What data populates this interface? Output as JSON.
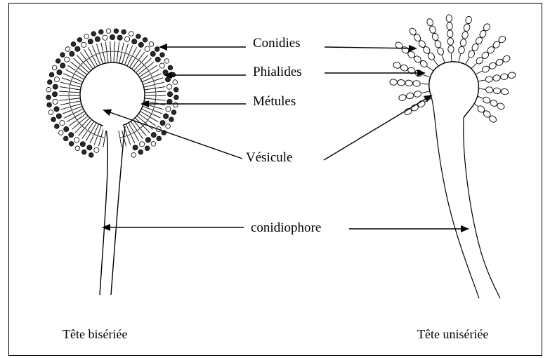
{
  "labels": {
    "conidies": "Conidies",
    "phialides": "Phialides",
    "metules": "Métules",
    "vesicule": "Vésicule",
    "conidiophore": "conidiophore"
  },
  "captions": {
    "left": "Tête bisériée",
    "right": "Tête unisériée"
  },
  "colors": {
    "ink": "#000000",
    "conidia_dark": "#2a2a2a",
    "paper": "#ffffff"
  }
}
